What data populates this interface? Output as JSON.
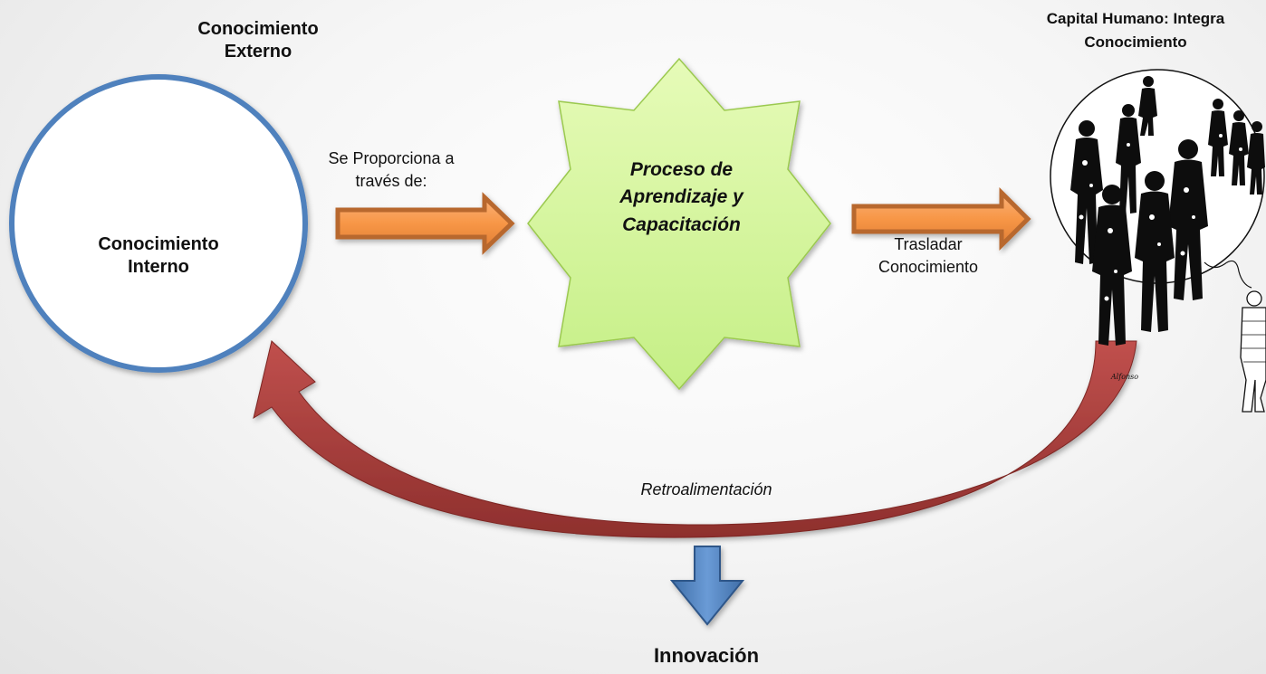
{
  "labels": {
    "external_knowledge": "Conocimiento Externo",
    "internal_knowledge": "Conocimiento Interno",
    "provided_through": "Se Proporciona a través de:",
    "learning_process": "Proceso de Aprendizaje y Capacitación",
    "transfer_knowledge": "Trasladar Conocimiento",
    "human_capital": "Capital Humano: Integra Conocimiento",
    "feedback": "Retroalimentación",
    "innovation": "Innovación",
    "signature": "Alfonso"
  },
  "colors": {
    "circle_stroke": "#4f81bd",
    "orange_arrow_fill": "#f79646",
    "orange_arrow_stroke": "#b8672e",
    "star_fill": "#d4f79a",
    "star_stroke": "#9bc94f",
    "feedback_arrow": "#a73c3c",
    "down_arrow": "#4f81bd"
  },
  "icons": {
    "human_capital_illustration": "people-silhouettes-icon"
  }
}
